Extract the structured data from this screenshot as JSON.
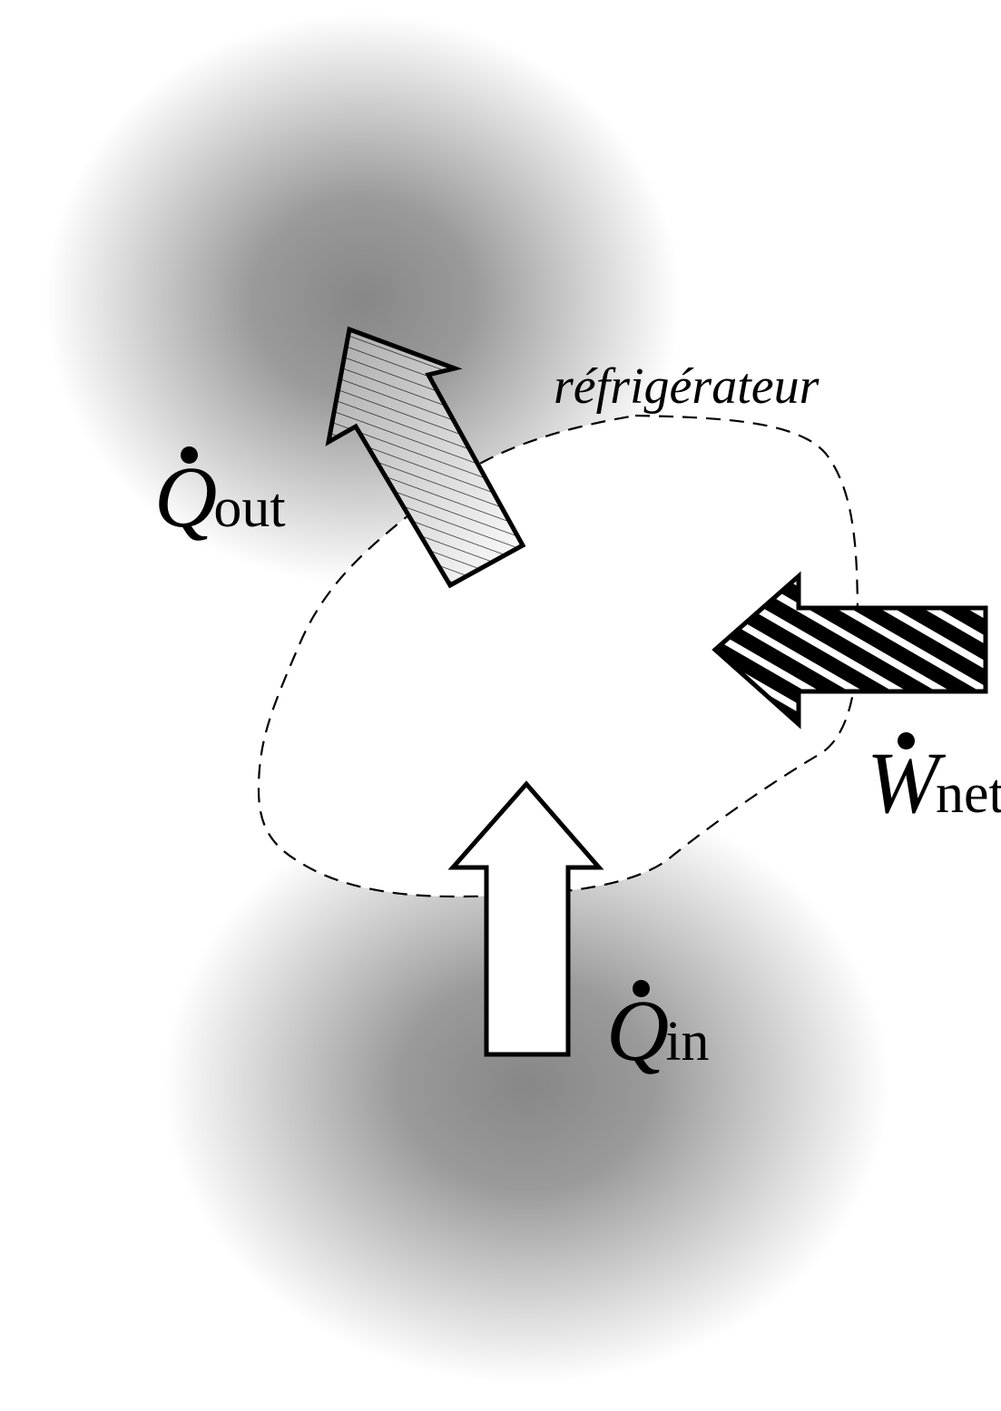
{
  "system": {
    "name": "réfrigérateur"
  },
  "flows": {
    "q_out": {
      "symbol": "Q",
      "subscript": "out"
    },
    "q_in": {
      "symbol": "Q",
      "subscript": "in"
    },
    "w_net": {
      "symbol": "W",
      "subscript": "net"
    }
  },
  "colors": {
    "reservoir_center": "#878787",
    "reservoir_edge": "#ffffff",
    "q_out_arrow_fill": "#cfcfcf",
    "w_net_arrow_fill": "#000000",
    "q_in_arrow_fill": "#ffffff",
    "stroke": "#000000"
  }
}
